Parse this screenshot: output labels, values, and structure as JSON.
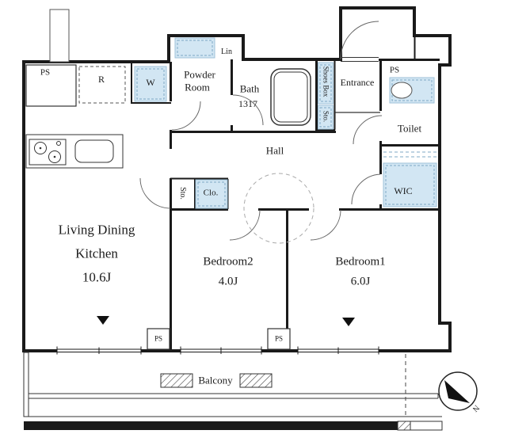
{
  "plan": {
    "labels": {
      "ps_top_left": "PS",
      "fridge": "R",
      "washer": "W",
      "powder_line1": "Powder",
      "powder_line2": "Room",
      "linen": "Lin",
      "bath": "Bath",
      "bath_size": "1317",
      "shoes_box": "Shoes Box",
      "entry_storage": "Sto.",
      "entrance": "Entrance",
      "ps_top_right": "PS",
      "toilet": "Toilet",
      "hall": "Hall",
      "hall_storage": "Sto.",
      "closet": "Clo.",
      "wic": "WIC",
      "ldk_line1": "Living Dining",
      "ldk_line2": "Kitchen",
      "ldk_size": "10.6J",
      "bedroom2": "Bedroom2",
      "bedroom2_size": "4.0J",
      "bedroom1": "Bedroom1",
      "bedroom1_size": "6.0J",
      "balcony": "Balcony",
      "ps_bottom_left": "PS",
      "ps_bottom_center": "PS",
      "north": "N"
    },
    "colors": {
      "wall": "#1a1a1a",
      "closet_fill": "#d2e6f3",
      "closet_dash": "#7fa8c4",
      "line": "#333333"
    }
  }
}
